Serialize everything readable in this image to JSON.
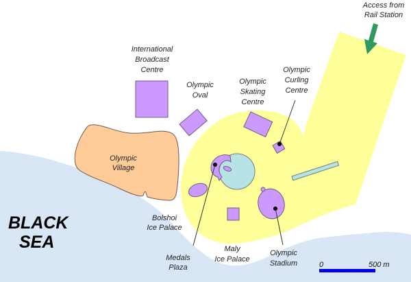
{
  "map": {
    "sea_label_line1": "BLACK",
    "sea_label_line2": "SEA",
    "access": {
      "line1": "Access from",
      "line2": "Rail Station",
      "arrow_icon": "down-left-arrow-icon"
    },
    "venues": {
      "broadcast": {
        "line1": "International",
        "line2": "Broadcast",
        "line3": "Centre"
      },
      "oval": {
        "line1": "Olympic",
        "line2": "Oval"
      },
      "skating": {
        "line1": "Olympic",
        "line2": "Skating",
        "line3": "Centre"
      },
      "curling": {
        "line1": "Olympic",
        "line2": "Curling",
        "line3": "Centre"
      },
      "village": {
        "line1": "Olympic",
        "line2": "Village"
      },
      "bolshoi": {
        "line1": "Bolshoi",
        "line2": "Ice Palace"
      },
      "medals": {
        "line1": "Medals",
        "line2": "Plaza"
      },
      "maly": {
        "line1": "Maly",
        "line2": "Ice Palace"
      },
      "stadium": {
        "line1": "Olympic",
        "line2": "Stadium"
      }
    },
    "scale": {
      "start": "0",
      "end": "500 m"
    },
    "colors": {
      "sea": "#cfe0f3",
      "park": "#ffff99",
      "venue": "#cc99ff",
      "village": "#ffcc99",
      "water_feature": "#b7e3e4",
      "arrow": "#2e9a5e",
      "scale_bar": "#0000ee"
    }
  }
}
